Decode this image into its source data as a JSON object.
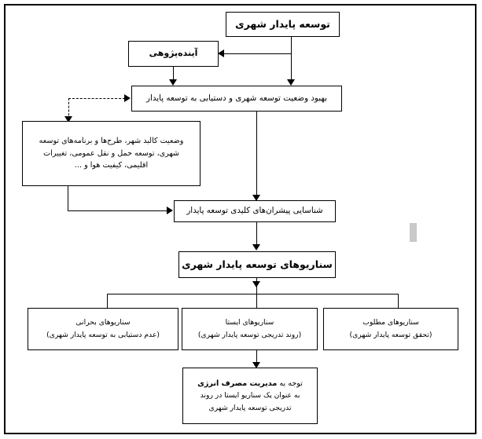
{
  "diagram": {
    "title_implicit": "",
    "language": "fa",
    "direction": "rtl",
    "colors": {
      "line": "#000000",
      "box_border": "#000000",
      "background": "#ffffff",
      "text": "#000000",
      "artifact_gray": "#c9c9c9"
    },
    "nodes": {
      "sustainable_urban_development": {
        "label": "توسعه پایدار شهری"
      },
      "futures_studies": {
        "label": "آینده‌پژوهی"
      },
      "improve_urban_status": {
        "label": "بهبود وضعیت توسعه شهری و دستیابی به توسعه پایدار"
      },
      "city_conditions": {
        "line1": "وضعیت کالبد شهر، طرح‌ها و برنامه‌های توسعه",
        "line2": "شهری، توسعه حمل و نقل عمومی، تغییرات",
        "line3": "اقلیمی، کیفیت هوا و ..."
      },
      "identify_key_drivers": {
        "label": "شناسایی پیشران‌های کلیدی توسعه پایدار"
      },
      "scenarios_header": {
        "label": "سناریوهای توسعه پایدار شهری"
      },
      "scenario_critical": {
        "line1": "سناریوهای بحرانی",
        "line2": "(عدم دستیابی به توسعه پایدار شهری)"
      },
      "scenario_static": {
        "line1": "سناریوهای ایستا",
        "line2": "(روند تدریجی توسعه پایدار شهری)"
      },
      "scenario_desirable": {
        "line1": "سناریوهای مطلوب",
        "line2": "(تحقق توسعه پایدار شهری)"
      },
      "energy_management": {
        "line1_prefix": "توجه به ",
        "line1_bold": "مدیریت مصرف انرژی",
        "line2": "به عنوان یک سناریو ایستا در روند",
        "line3": "تدریجی توسعه پایدار شهری"
      }
    },
    "connectors": [
      {
        "name": "sud-to-futures",
        "style": "solid",
        "kind": "elbow-left-arrow"
      },
      {
        "name": "sud-to-improve",
        "style": "solid",
        "kind": "vertical-down-arrow"
      },
      {
        "name": "futures-to-improve",
        "style": "solid",
        "kind": "vertical-down-arrow"
      },
      {
        "name": "feedback-into-improve",
        "style": "dashed",
        "kind": "elbow-right-arrow"
      },
      {
        "name": "feedback-into-conditions",
        "style": "dashed",
        "kind": "vertical-down-arrow"
      },
      {
        "name": "improve-to-drivers",
        "style": "solid",
        "kind": "vertical-down-arrow"
      },
      {
        "name": "conditions-to-drivers",
        "style": "solid",
        "kind": "elbow-right-arrow"
      },
      {
        "name": "drivers-to-scenarios",
        "style": "solid",
        "kind": "vertical-down-arrow"
      },
      {
        "name": "scenarios-split",
        "style": "solid",
        "kind": "tree-split-three"
      },
      {
        "name": "static-to-energy",
        "style": "solid",
        "kind": "vertical-down-arrow"
      }
    ]
  }
}
